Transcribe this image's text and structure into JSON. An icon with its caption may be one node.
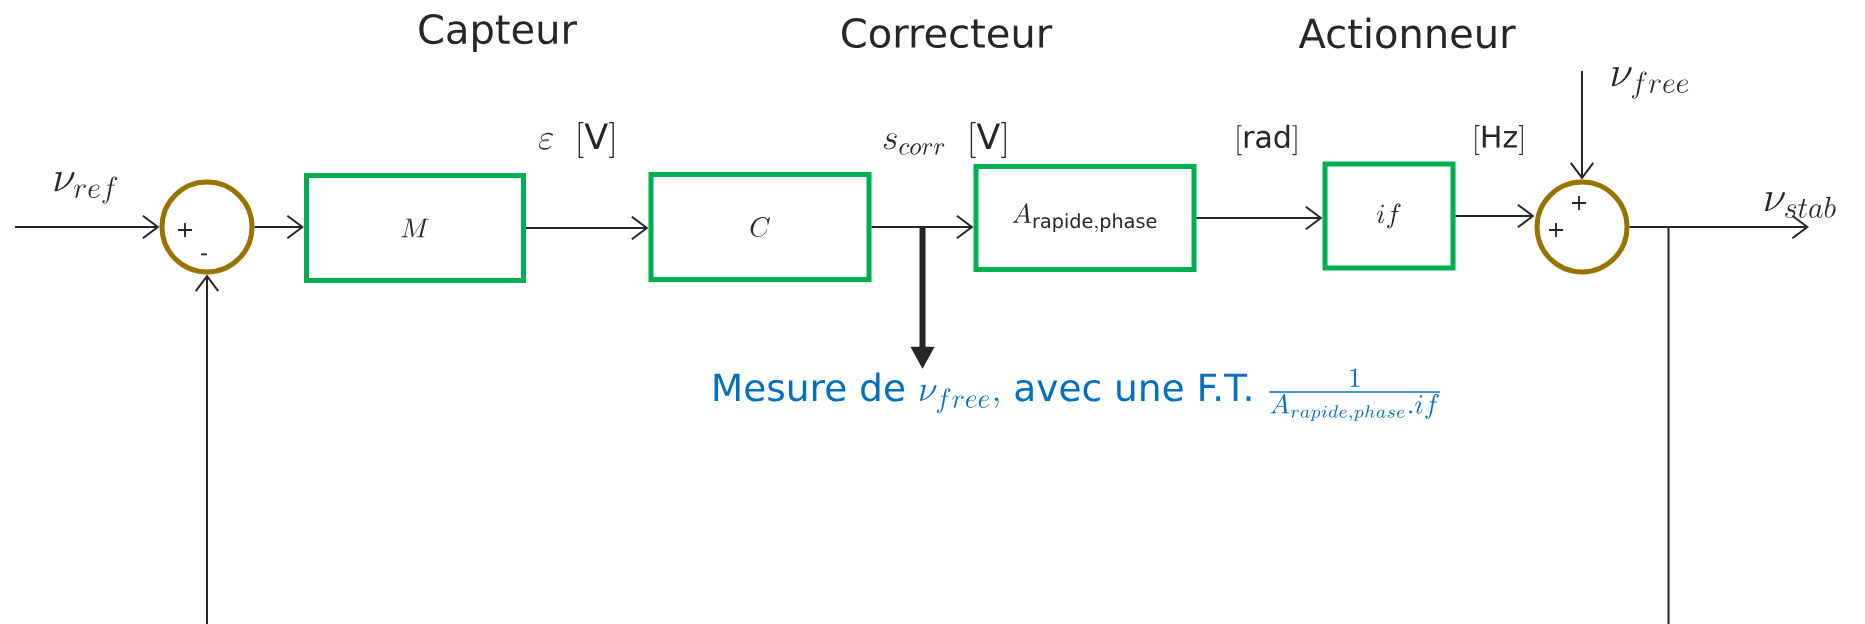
{
  "diagram": {
    "nodes": [
      {
        "text": [
          "+",
          "-"
        ]
      },
      {
        "text": [
          "M"
        ]
      },
      {
        "text": [
          "C"
        ]
      },
      {
        "text": [
          "A_{\\mathrm{rapide,phase}}"
        ]
      },
      {
        "text": [
          "if"
        ]
      },
      {
        "text": [
          "+",
          "+"
        ]
      },
      {
        "text": [
          "Mesure de",
          "\\nu_{free},",
          "avec une F.T.",
          "\\frac{1}{A_{rapide,phase}.if}"
        ]
      }
    ],
    "edges": [
      {
        "from": null,
        "to": 0,
        "arrow": "to",
        "label": "\\nu_{ref}"
      },
      {
        "from": 0,
        "to": 1,
        "arrow": "to"
      },
      {
        "from": 1,
        "to": 2,
        "arrow": "to",
        "label": "\\varepsilon\\;\\;[\\mathrm{V}]"
      },
      {
        "from": 2,
        "to": 3,
        "arrow": "to",
        "label": "s_{corr}\\;\\;[\\mathrm{V}]"
      },
      {
        "from": 3,
        "to": 4,
        "arrow": "to",
        "label": "[\\mathrm{rad}]"
      },
      {
        "from": 4,
        "to": 5,
        "arrow": "to",
        "label": "[\\mathrm{Hz}]"
      },
      {
        "from": null,
        "to": 5,
        "arrow": "to",
        "label": "\\nu_{free}"
      },
      {
        "from": 5,
        "to": null,
        "arrow": "to",
        "label": "\\nu_{stab}"
      },
      {
        "from": 5,
        "to": null,
        "arrow": "none"
      },
      {
        "from": null,
        "to": 0,
        "arrow": "to"
      },
      {
        "from": 2,
        "to": 6,
        "arrow": "to",
        "style": "thick"
      }
    ],
    "labels": [
      "Capteur",
      "Correcteur",
      "Actionneur"
    ]
  }
}
